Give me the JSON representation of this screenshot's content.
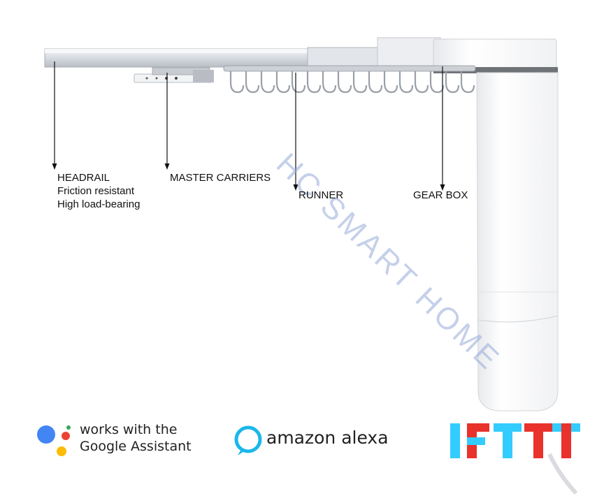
{
  "callouts": {
    "headrail": {
      "title": "HEADRAIL",
      "line1": "Friction resistant",
      "line2": "High load-bearing"
    },
    "master_carriers": {
      "title": "MASTER CARRIERS"
    },
    "runner": {
      "title": "RUNNER"
    },
    "gear_box": {
      "title": "GEAR BOX"
    }
  },
  "watermark": {
    "text": "HC SMART HOME"
  },
  "logos": {
    "google_assistant": {
      "line1": "works with the",
      "line2": "Google Assistant"
    },
    "alexa": {
      "text": "amazon alexa"
    },
    "ifttt": {
      "text": "IFTTT"
    }
  },
  "colors": {
    "google_blue": "#4285F4",
    "google_red": "#EA4335",
    "google_yellow": "#FBBC05",
    "google_green": "#34A853",
    "alexa_cyan": "#1BB7EA",
    "ifttt_blue": "#33CCFF",
    "ifttt_red": "#E8322B"
  }
}
